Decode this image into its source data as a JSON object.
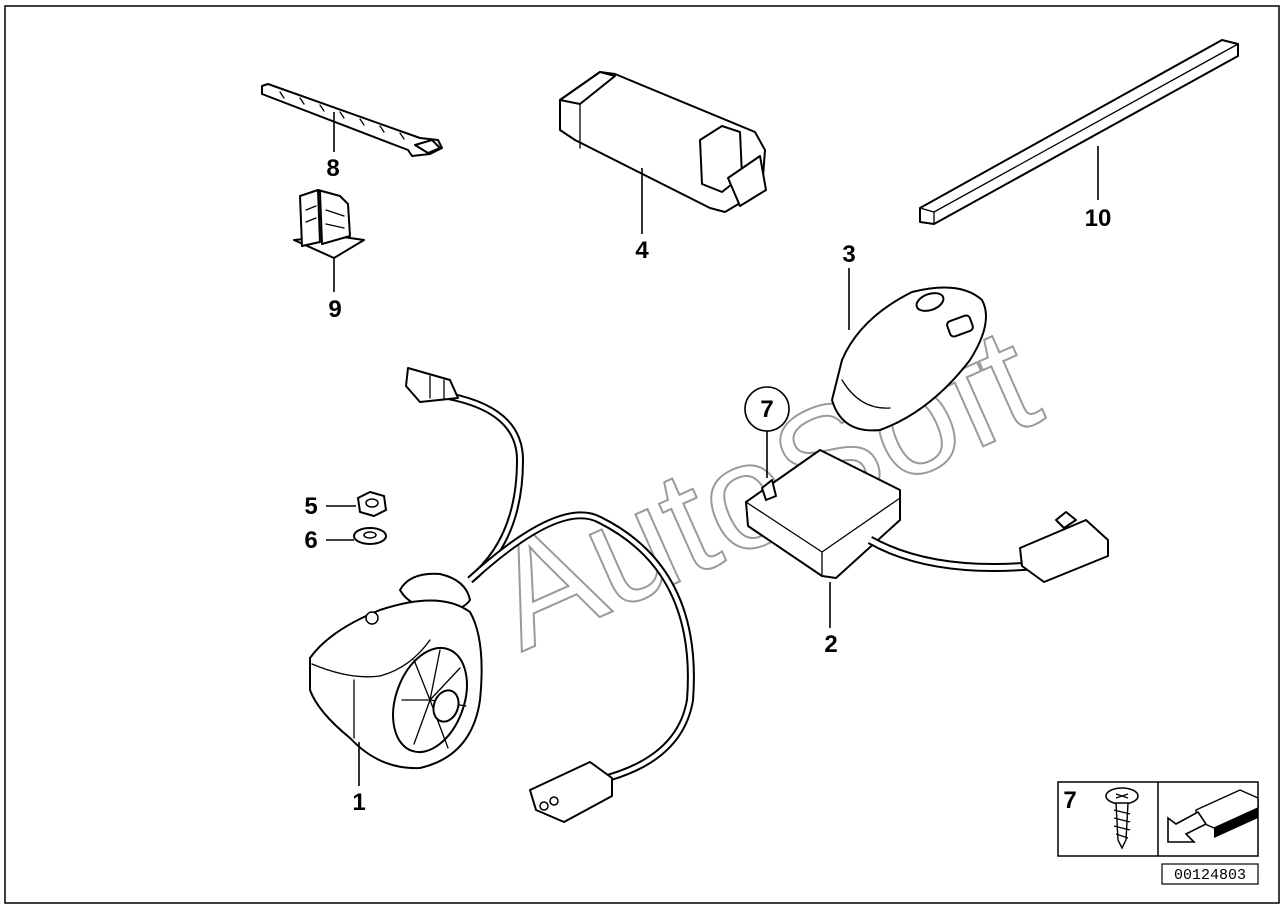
{
  "diagram": {
    "part_labels": [
      {
        "id": "1",
        "text": "1"
      },
      {
        "id": "2",
        "text": "2"
      },
      {
        "id": "3",
        "text": "3"
      },
      {
        "id": "4",
        "text": "4"
      },
      {
        "id": "5",
        "text": "5"
      },
      {
        "id": "6",
        "text": "6"
      },
      {
        "id": "7",
        "text": "7"
      },
      {
        "id": "8",
        "text": "8"
      },
      {
        "id": "9",
        "text": "9"
      },
      {
        "id": "10",
        "text": "10"
      }
    ],
    "legend": {
      "item_number": "7"
    },
    "watermark": "AutoSoft",
    "image_code": "00124803"
  }
}
